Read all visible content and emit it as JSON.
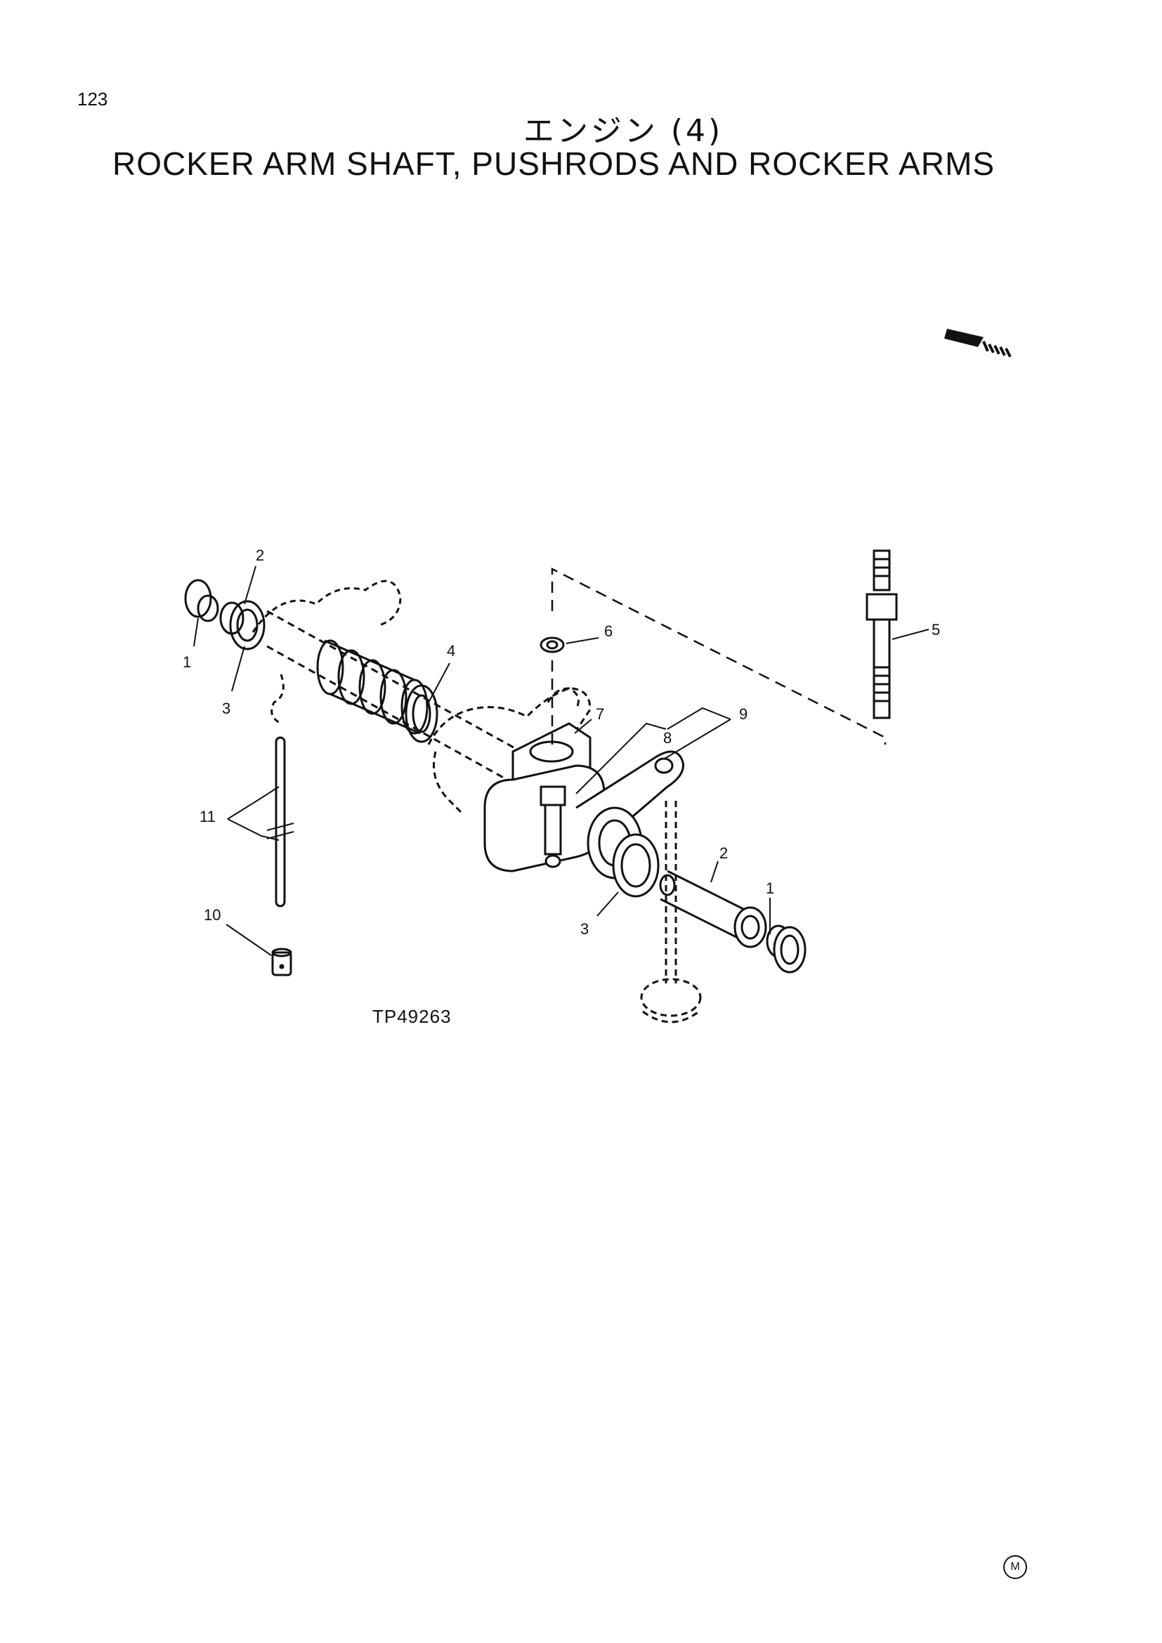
{
  "page": {
    "number": "123",
    "title_jp": "エンジン (4)",
    "title_en": "ROCKER ARM SHAFT, PUSHRODS AND ROCKER ARMS",
    "figure_code": "TP49263",
    "corner_mark": "M"
  },
  "callouts": [
    "1",
    "2",
    "3",
    "4",
    "5",
    "6",
    "7",
    "8",
    "9",
    "10",
    "11",
    "2",
    "1",
    "3"
  ],
  "icons": {
    "direction": "front-direction-arrow-icon"
  }
}
